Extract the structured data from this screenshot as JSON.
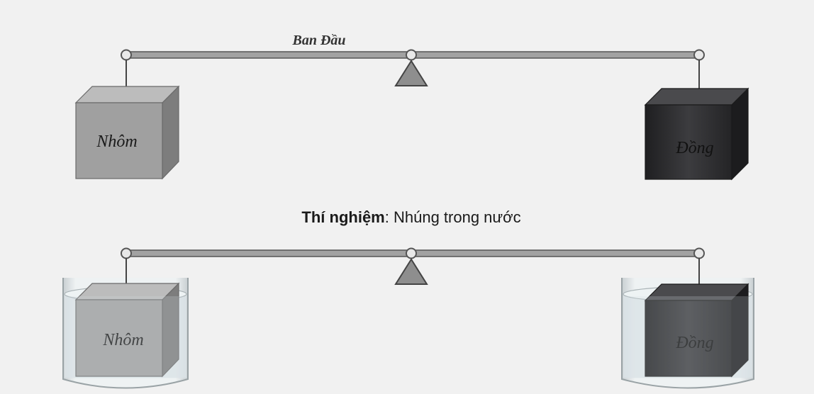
{
  "top": {
    "title": "Ban Đầu",
    "left_block": "Nhôm",
    "right_block": "Đồng"
  },
  "middle": {
    "caption_bold": "Thí nghiệm",
    "caption_rest": ": Nhúng trong nước"
  },
  "bottom": {
    "left_block": "Nhôm",
    "right_block": "Đồng"
  },
  "colors": {
    "background": "#f1f1f1",
    "beam": "#9a9a9a",
    "aluminium": "#9e9e9e",
    "copper": "#2b2b2d",
    "water": "#dfe7ea"
  }
}
